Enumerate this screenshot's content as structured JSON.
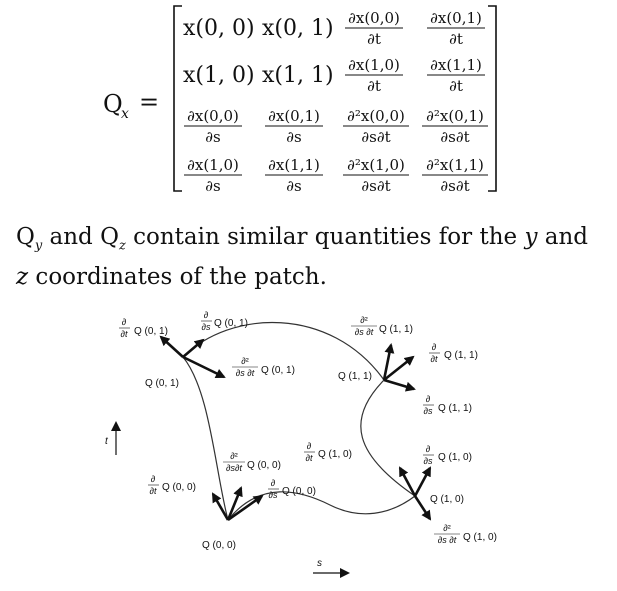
{
  "equation": {
    "lhs": "Q",
    "lhs_sub": "x",
    "equals": "=",
    "rows": [
      [
        {
          "kind": "text",
          "value": "x(0, 0)"
        },
        {
          "kind": "text",
          "value": "x(0, 1)"
        },
        {
          "kind": "frac",
          "num": "∂x(0,0)",
          "den": "∂t"
        },
        {
          "kind": "frac",
          "num": "∂x(0,1)",
          "den": "∂t"
        }
      ],
      [
        {
          "kind": "text",
          "value": "x(1, 0)"
        },
        {
          "kind": "text",
          "value": "x(1, 1)"
        },
        {
          "kind": "frac",
          "num": "∂x(1,0)",
          "den": "∂t"
        },
        {
          "kind": "frac",
          "num": "∂x(1,1)",
          "den": "∂t"
        }
      ],
      [
        {
          "kind": "frac",
          "num": "∂x(0,0)",
          "den": "∂s"
        },
        {
          "kind": "frac",
          "num": "∂x(0,1)",
          "den": "∂s"
        },
        {
          "kind": "frac",
          "num": "∂²x(0,0)",
          "den": "∂s∂t"
        },
        {
          "kind": "frac",
          "num": "∂²x(0,1)",
          "den": "∂s∂t"
        }
      ],
      [
        {
          "kind": "frac",
          "num": "∂x(1,0)",
          "den": "∂s"
        },
        {
          "kind": "frac",
          "num": "∂x(1,1)",
          "den": "∂s"
        },
        {
          "kind": "frac",
          "num": "∂²x(1,0)",
          "den": "∂s∂t"
        },
        {
          "kind": "frac",
          "num": "∂²x(1,1)",
          "den": "∂s∂t"
        }
      ]
    ]
  },
  "paragraph": {
    "q1": "Q",
    "q1_sub": "y",
    "and1": " and ",
    "q2": "Q",
    "q2_sub": "z",
    "text1": " contain similar quantities for the ",
    "var_y": "y",
    "and2": " and",
    "var_z": "z",
    "text2": " coordinates of the patch."
  },
  "diagram": {
    "labels": {
      "dt_q01": {
        "num": "∂",
        "den": "∂t",
        "text": "Q (0, 1)"
      },
      "ds_q01": {
        "num": "∂",
        "den": "∂s",
        "text": "Q (0, 1)"
      },
      "dsdt_q11": {
        "num": "∂²",
        "den": "∂s ∂t",
        "text": "Q (1, 1)"
      },
      "dt_q11": {
        "num": "∂",
        "den": "∂t",
        "text": "Q (1, 1)"
      },
      "dsdt_q01": {
        "num": "∂²",
        "den": "∂s ∂t",
        "text": "Q (0, 1)"
      },
      "q01": "Q (0, 1)",
      "q11": "Q (1, 1)",
      "ds_q11": {
        "num": "∂",
        "den": "∂s",
        "text": "Q (1, 1)"
      },
      "t_axis": "t",
      "dt_q10": {
        "num": "∂",
        "den": "∂t",
        "text": "Q (1, 0)"
      },
      "ds_q10": {
        "num": "∂",
        "den": "∂s",
        "text": "Q (1, 0)"
      },
      "dsdt_q00": {
        "num": "∂²",
        "den": "∂s∂t",
        "text": "Q (0, 0)"
      },
      "dt_q00": {
        "num": "∂",
        "den": "∂t",
        "text": "Q (0, 0)"
      },
      "ds_q00": {
        "num": "∂",
        "den": "∂s",
        "text": "Q (0, 0)"
      },
      "q10": "Q (1, 0)",
      "dsdt_q10": {
        "num": "∂²",
        "den": "∂s ∂t",
        "text": "Q (1, 0)"
      },
      "q00": "Q (0, 0)",
      "s_axis": "s"
    }
  }
}
